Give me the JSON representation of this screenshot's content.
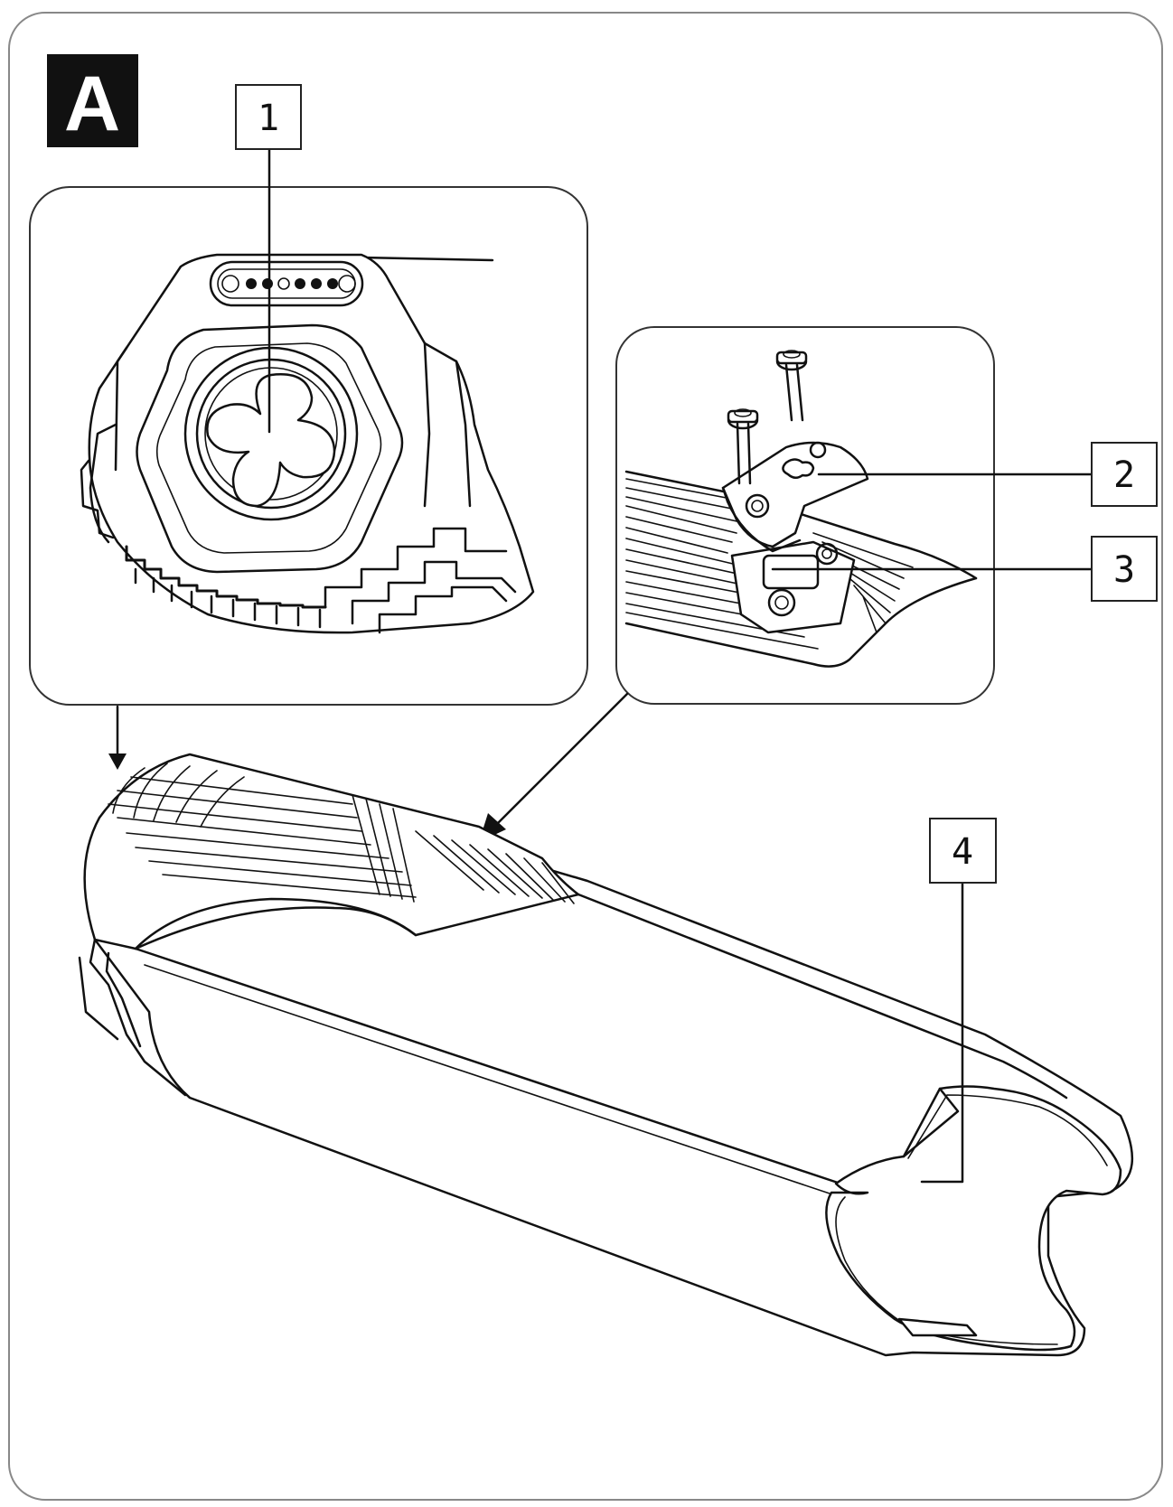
{
  "figure": {
    "panel_label": "A",
    "callouts": [
      {
        "id": "1",
        "label": "1"
      },
      {
        "id": "2",
        "label": "2"
      },
      {
        "id": "3",
        "label": "3"
      },
      {
        "id": "4",
        "label": "4"
      }
    ],
    "colors": {
      "line": "#111111",
      "background": "#ffffff",
      "panel_label_bg": "#111111"
    }
  }
}
